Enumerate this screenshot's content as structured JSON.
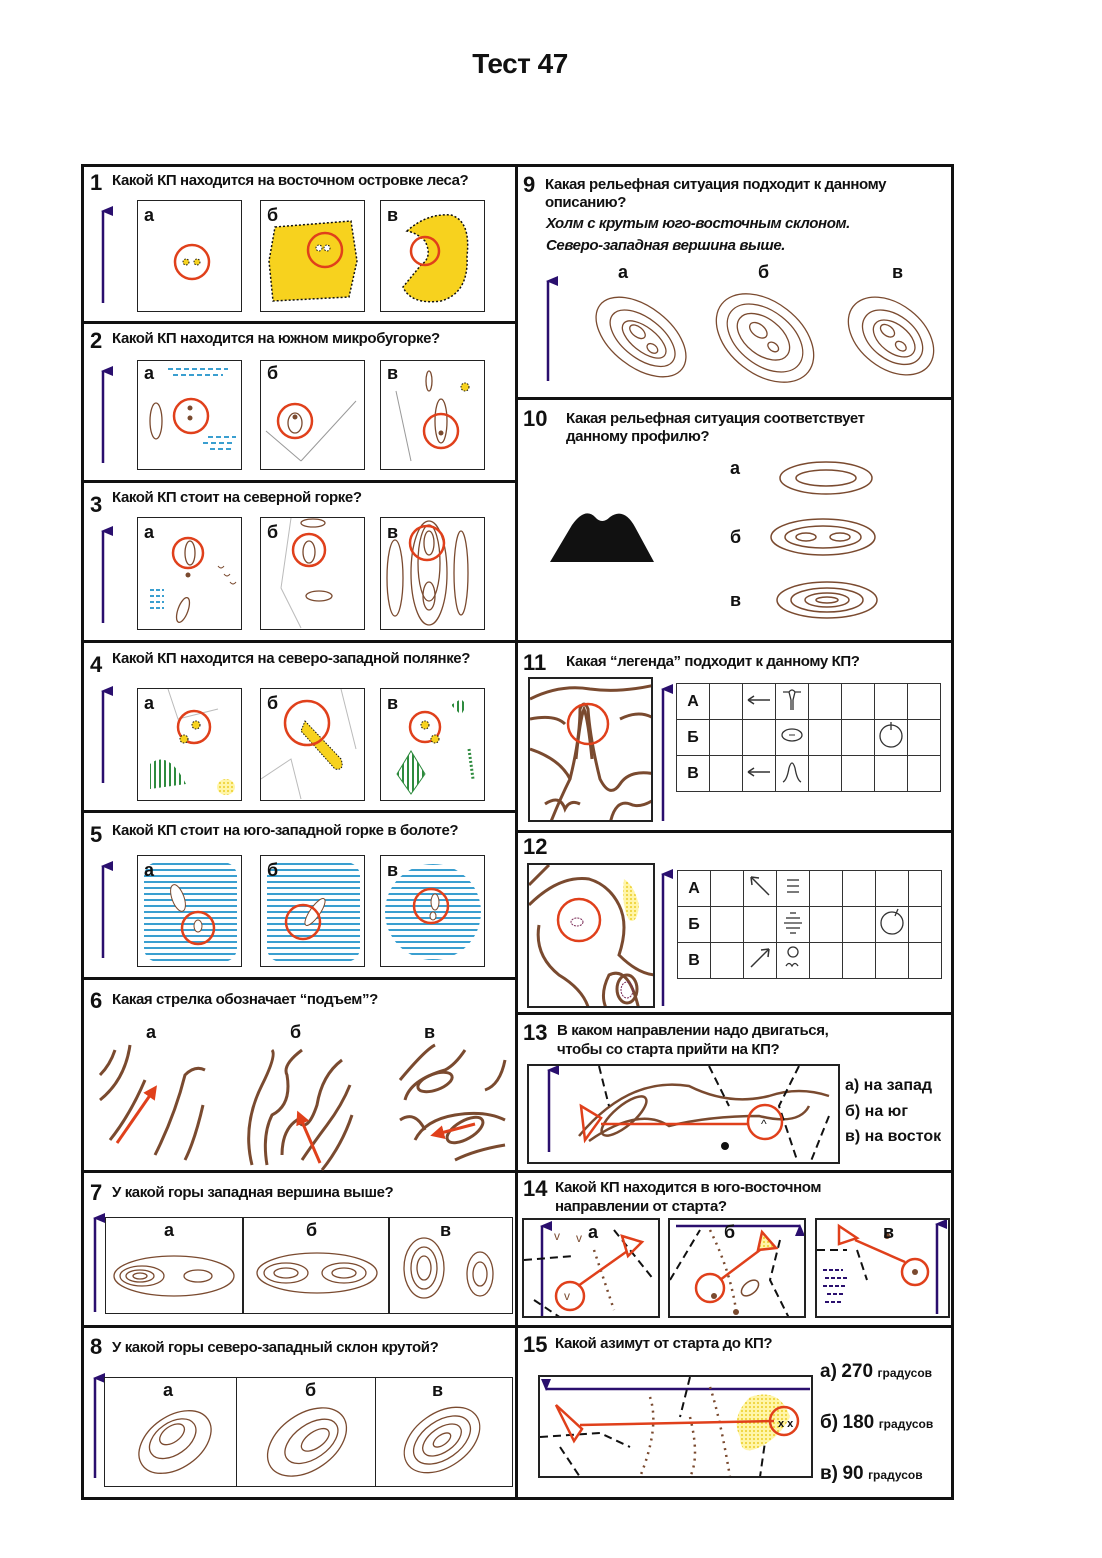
{
  "title": "Тест 47",
  "colors": {
    "arrow": "#2a0f6e",
    "cp": "#e0401b",
    "contour": "#7a4a2f",
    "water": "#3a9fd0",
    "forest": "#2e8b3e",
    "yellow": "#f7d21e"
  },
  "options": [
    "а",
    "б",
    "в"
  ],
  "options_caps": [
    "А",
    "Б",
    "В"
  ],
  "q1": {
    "num": "1",
    "text": "Какой КП находится на восточном островке леса?"
  },
  "q2": {
    "num": "2",
    "text": "Какой КП находится на южном микробугорке?"
  },
  "q3": {
    "num": "3",
    "text": "Какой КП стоит на северной горке?"
  },
  "q4": {
    "num": "4",
    "text": "Какой КП находится на северо-западной полянке?"
  },
  "q5": {
    "num": "5",
    "text": "Какой КП стоит на юго-западной горке в болоте?"
  },
  "q6": {
    "num": "6",
    "text": "Какая стрелка обозначает “подъем”?"
  },
  "q7": {
    "num": "7",
    "text": "У какой горы западная вершина выше?"
  },
  "q8": {
    "num": "8",
    "text": "У какой горы северо-западный склон крутой?"
  },
  "q9": {
    "num": "9",
    "text_line1": "Какая рельефная ситуация подходит к данному",
    "text_line2": "описанию?",
    "desc_line1": "Холм с крутым юго-восточным склоном.",
    "desc_line2": "Северо-западная вершина выше."
  },
  "q10": {
    "num": "10",
    "text_line1": "Какая рельефная ситуация соответствует",
    "text_line2": "данному профилю?"
  },
  "q11": {
    "num": "11",
    "text": "Какая “легенда” подходит к данному КП?"
  },
  "q12": {
    "num": "12"
  },
  "q13": {
    "num": "13",
    "text_line1": "В каком направлении надо двигаться,",
    "text_line2": "чтобы со старта прийти на КП?",
    "answers": [
      "а) на запад",
      "б) на юг",
      "в) на восток"
    ]
  },
  "q14": {
    "num": "14",
    "text_line1": "Какой КП находится в юго-восточном",
    "text_line2": "направлении от старта?"
  },
  "q15": {
    "num": "15",
    "text": "Какой азимут от старта до КП?",
    "answers": [
      {
        "letter": "а)",
        "value": "270",
        "unit": "градусов"
      },
      {
        "letter": "б)",
        "value": "180",
        "unit": "градусов"
      },
      {
        "letter": "в)",
        "value": "90",
        "unit": "градусов"
      }
    ]
  }
}
